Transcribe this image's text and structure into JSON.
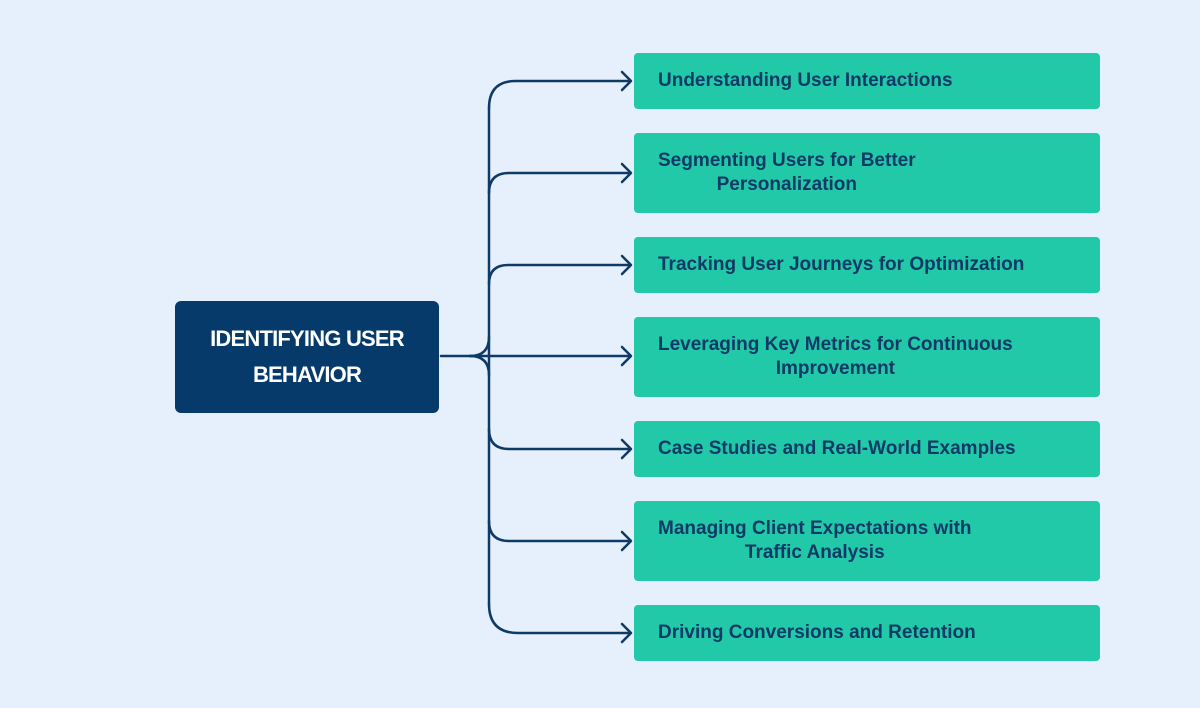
{
  "root": {
    "label": "IDENTIFYING USER\nBEHAVIOR"
  },
  "branches": [
    {
      "label": "Understanding User Interactions"
    },
    {
      "label": "Segmenting Users for Better\nPersonalization"
    },
    {
      "label": "Tracking User Journeys for Optimization"
    },
    {
      "label": "Leveraging Key Metrics for Continuous\nImprovement"
    },
    {
      "label": "Case Studies and Real-World Examples"
    },
    {
      "label": "Managing Client Expectations with\nTraffic Analysis"
    },
    {
      "label": "Driving Conversions and Retention"
    }
  ],
  "colors": {
    "background": "#e6f0fd",
    "root_fill": "#063a6b",
    "branch_fill": "#21c9a8",
    "branch_text": "#103a66",
    "connector": "#0e3a67"
  }
}
